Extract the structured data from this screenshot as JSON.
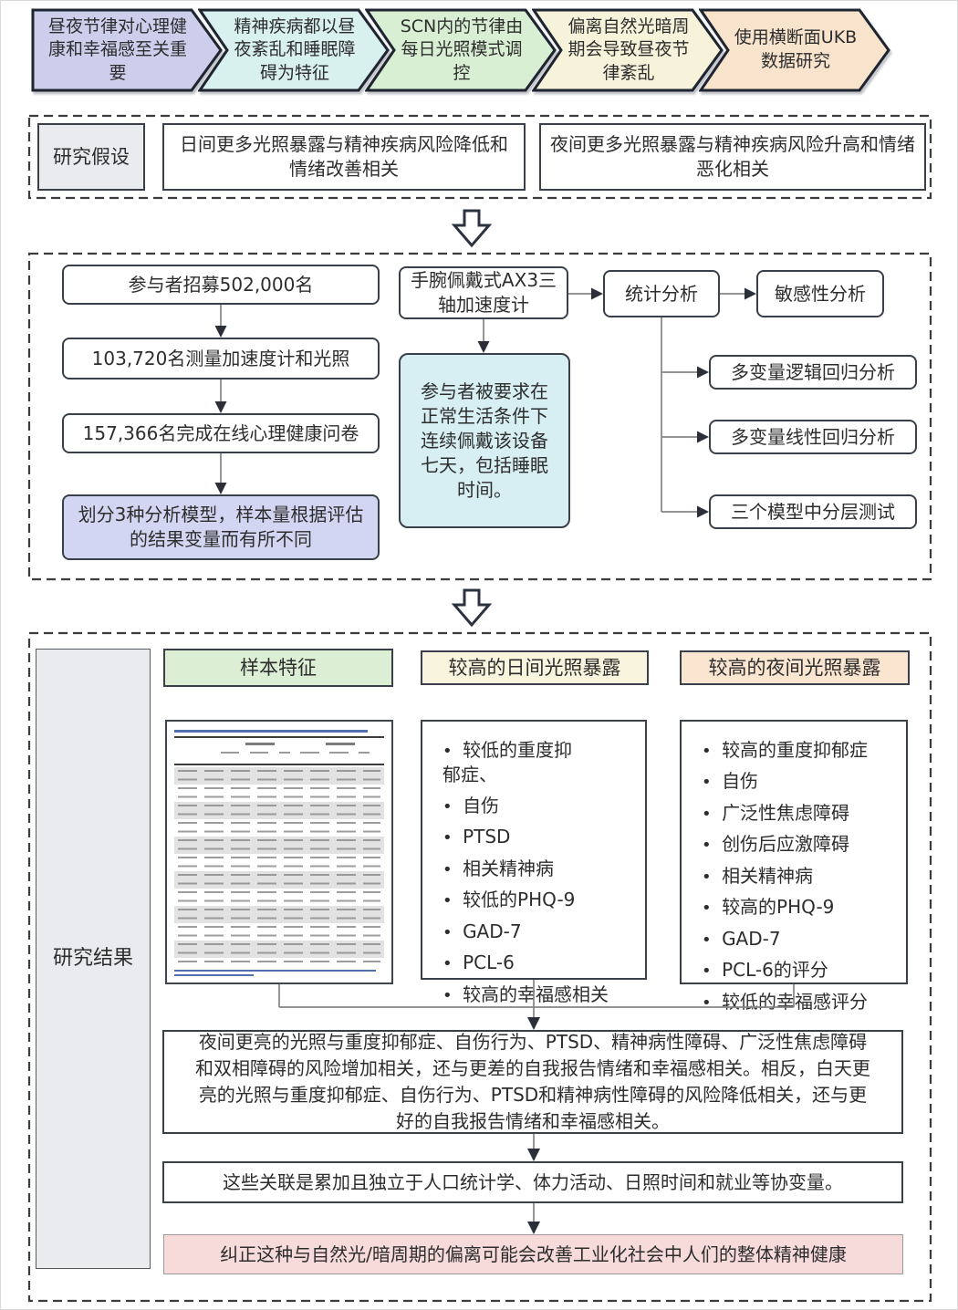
{
  "top_chevrons": [
    {
      "label": "昼夜节律对心理健康和幸福感至关重要",
      "color": "#ccceec"
    },
    {
      "label": "精神疾病都以昼夜紊乱和睡眠障碍为特征",
      "color": "#d8f0ee"
    },
    {
      "label": "SCN内的节律由每日光照模式调控",
      "color": "#d9efd3"
    },
    {
      "label": "偏离自然光暗周期会导致昼夜节律紊乱",
      "color": "#f6f3da"
    },
    {
      "label": "使用横断面UKB数据研究",
      "color": "#f8e3cd"
    }
  ],
  "hypothesis": {
    "label": "研究假设",
    "day_hypothesis": "日间更多光照暴露与精神疾病风险降低和情绪改善相关",
    "night_hypothesis": "夜间更多光照暴露与精神疾病风险升高和情绪恶化相关"
  },
  "methods": {
    "recruitment_flow": [
      {
        "label": "参与者招募502,000名"
      },
      {
        "label": "103,720名测量加速度计和光照"
      },
      {
        "label": "157,366名完成在线心理健康问卷"
      },
      {
        "label": "划分3种分析模型，样本量根据评估的结果变量而有所不同"
      }
    ],
    "device": "手腕佩戴式AX3三轴加速度计",
    "device_note": "参与者被要求在正常生活条件下连续佩戴该设备七天，包括睡眠时间。",
    "stats": "统计分析",
    "sensitivity": "敏感性分析",
    "stat_branches": [
      {
        "label": "多变量逻辑回归分析"
      },
      {
        "label": "多变量线性回归分析"
      },
      {
        "label": "三个模型中分层测试"
      }
    ]
  },
  "results": {
    "label": "研究结果",
    "col_headers": [
      {
        "label": "样本特征"
      },
      {
        "label": "较高的日间光照暴露"
      },
      {
        "label": "较高的夜间光照暴露"
      }
    ],
    "day_findings": [
      {
        "label": "较低的重度抑郁症、"
      },
      {
        "label": "自伤"
      },
      {
        "label": "PTSD"
      },
      {
        "label": "相关精神病"
      },
      {
        "label": "较低的PHQ-9"
      },
      {
        "label": "GAD-7"
      },
      {
        "label": "PCL-6"
      },
      {
        "label": "较高的幸福感相关"
      }
    ],
    "night_findings": [
      {
        "label": "较高的重度抑郁症"
      },
      {
        "label": "自伤"
      },
      {
        "label": "广泛性焦虑障碍"
      },
      {
        "label": "创伤后应激障碍"
      },
      {
        "label": "相关精神病"
      },
      {
        "label": "较高的PHQ-9"
      },
      {
        "label": "GAD-7"
      },
      {
        "label": "PCL-6的评分"
      },
      {
        "label": "较低的幸福感评分"
      }
    ],
    "summary": "夜间更亮的光照与重度抑郁症、自伤行为、PTSD、精神病性障碍、广泛性焦虑障碍和双相障碍的风险增加相关，还与更差的自我报告情绪和幸福感相关。相反，白天更亮的光照与重度抑郁症、自伤行为、PTSD和精神病性障碍的风险降低相关，还与更好的自我报告情绪和幸福感相关。",
    "covariates": "这些关联是累加且独立于人口统计学、体力活动、日照时间和就业等协变量。",
    "conclusion": "纠正这种与自然光/暗周期的偏离可能会改善工业化社会中人们的整体精神健康"
  },
  "colors": {
    "box_border": "#3a4049",
    "label_gray": "#e9ebee",
    "model_purple": "#d3d6f2",
    "device_cyan": "#d7eff3",
    "header_green": "#dcefd5",
    "header_cream": "#f8f4dd",
    "header_peach": "#fae5d0",
    "conclusion_pink": "#f7dbdb",
    "connector_gray": "#848484",
    "arrowhead_dark": "#2b2f38"
  }
}
